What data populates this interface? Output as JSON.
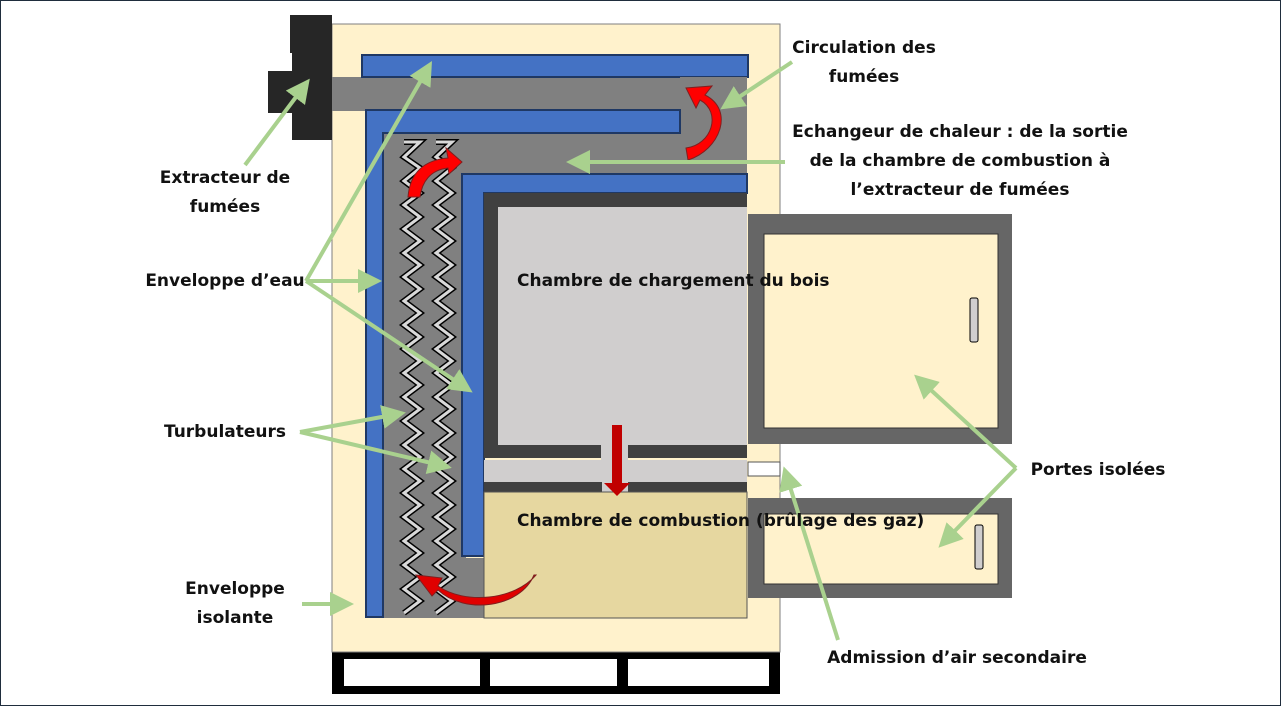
{
  "title": "Schéma d'une chaudière à bois à combustion inversée",
  "colors": {
    "insulation": "#fff2cc",
    "water_jacket": "#4472c4",
    "water_jacket_border": "#1f3864",
    "flue_gas": "#808080",
    "chamber_wall": "#404040",
    "loading_chamber": "#d0cece",
    "combustion_chamber": "#e6d7a0",
    "door_frame": "#666666",
    "extractor": "#262626",
    "flow_arrow": "#ff0000",
    "wood_flow_arrow": "#c00000",
    "leader_arrow": "#a9d18e",
    "base": "#000000"
  },
  "labels": {
    "circulation": [
      "Circulation des",
      "fumées"
    ],
    "echangeur": [
      "Echangeur de chaleur : de la sortie",
      "de la chambre de combustion à",
      "l’extracteur de fumées"
    ],
    "extracteur": [
      "Extracteur de",
      "fumées"
    ],
    "enveloppe_eau": [
      "Enveloppe d’eau"
    ],
    "turbulateurs": [
      "Turbulateurs"
    ],
    "enveloppe_isolante": [
      "Enveloppe",
      "isolante"
    ],
    "portes": [
      "Portes isolées"
    ],
    "admission": [
      "Admission d’air secondaire"
    ]
  },
  "chambers": {
    "chargement": [
      "Chambre de",
      "chargement du",
      "bois"
    ],
    "combustion": [
      "Chambre de",
      "combustion",
      "(brûlage des gaz)"
    ]
  }
}
